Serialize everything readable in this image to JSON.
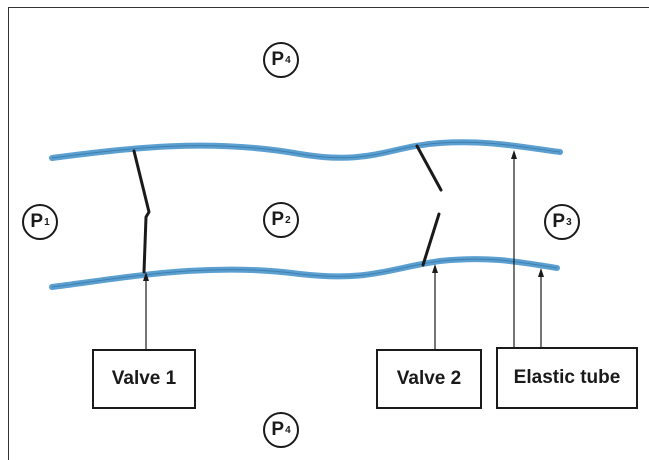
{
  "colors": {
    "tube": "#5b9fd1",
    "tube_edge": "#3d7fb0",
    "ink": "#1a1a1a"
  },
  "pressures": {
    "p4_top": {
      "letter": "P",
      "sub": "4"
    },
    "p1": {
      "letter": "P",
      "sub": "1"
    },
    "p2": {
      "letter": "P",
      "sub": "2"
    },
    "p3": {
      "letter": "P",
      "sub": "3"
    },
    "p4_bottom": {
      "letter": "P",
      "sub": "4"
    }
  },
  "labels": {
    "valve1": "Valve 1",
    "valve2": "Valve 2",
    "elastic_tube": "Elastic tube"
  }
}
